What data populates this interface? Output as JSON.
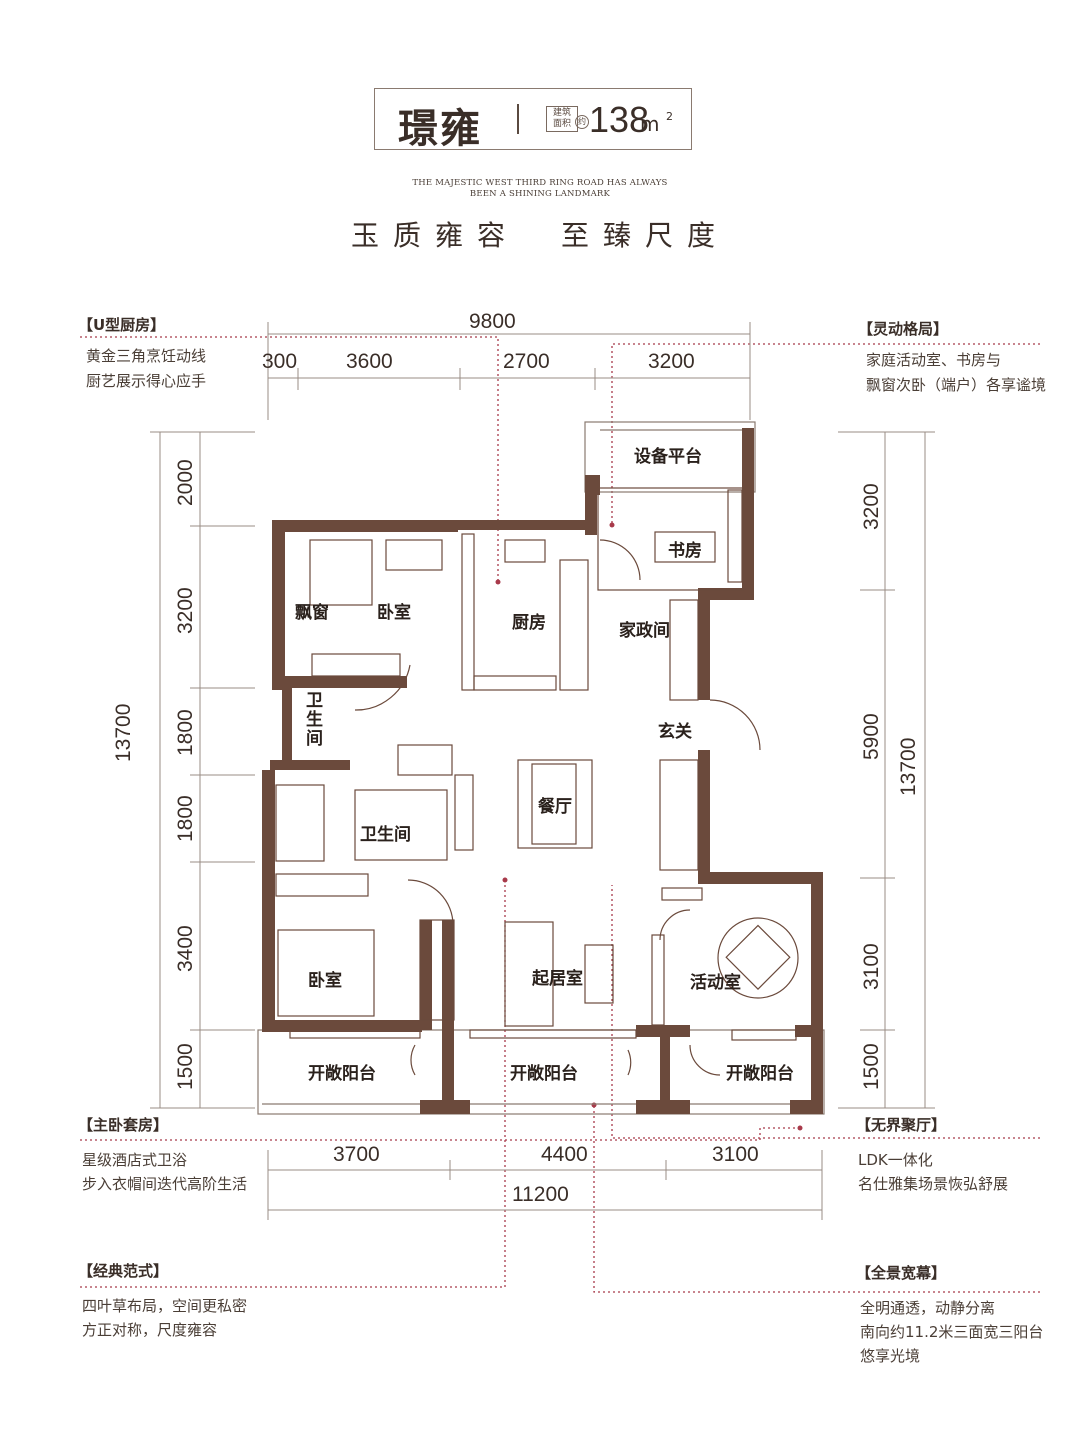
{
  "header": {
    "name": "璟雍",
    "area_label_line1": "建筑",
    "area_label_line2": "面积",
    "approx": "约",
    "area_value": "138",
    "area_unit": "m",
    "area_sup": "2",
    "english_line1": "THE MAJESTIC WEST THIRD RING ROAD HAS ALWAYS",
    "english_line2": "BEEN A SHINING LANDMARK",
    "slogan": "玉质雍容　至臻尺度"
  },
  "notes": {
    "u_kitchen": {
      "title": "【U型厨房】",
      "lines": [
        "黄金三角烹饪动线",
        "厨艺展示得心应手"
      ]
    },
    "flexible": {
      "title": "【灵动格局】",
      "lines": [
        "家庭活动室、书房与",
        "飘窗次卧（端户）各享谧境"
      ]
    },
    "master_suite": {
      "title": "【主卧套房】",
      "lines": [
        "星级酒店式卫浴",
        "步入衣帽间迭代高阶生活"
      ]
    },
    "living_hall": {
      "title": "【无界聚厅】",
      "lines": [
        "LDK一体化",
        "名仕雅集场景恢弘舒展"
      ]
    },
    "classic": {
      "title": "【经典范式】",
      "lines": [
        "四叶草布局，空间更私密",
        "方正对称，尺度雍容"
      ]
    },
    "panorama": {
      "title": "【全景宽幕】",
      "lines": [
        "全明通透，动静分离",
        "南向约11.2米三面宽三阳台",
        "悠享光境"
      ]
    }
  },
  "dimensions": {
    "top_total": "9800",
    "top_segments": [
      "300",
      "3600",
      "2700",
      "3200"
    ],
    "bottom_segments": [
      "3700",
      "4400",
      "3100"
    ],
    "bottom_total": "11200",
    "left_total": "13700",
    "left_segments": [
      "2000",
      "3200",
      "1800",
      "1800",
      "3400",
      "1500"
    ],
    "right_total": "13700",
    "right_segments": [
      "3200",
      "5900",
      "3100",
      "1500"
    ]
  },
  "rooms": {
    "equipment_platform": "设备平台",
    "study": "书房",
    "bay_window": "飘窗",
    "bedroom_north": "卧室",
    "kitchen": "厨房",
    "housekeeping": "家政间",
    "foyer": "玄关",
    "bath_small": "卫生间",
    "dining": "餐厅",
    "bath_master": "卫生间",
    "bedroom_master": "卧室",
    "living": "起居室",
    "activity": "活动室",
    "balcony_1": "开敞阳台",
    "balcony_2": "开敞阳台",
    "balcony_3": "开敞阳台"
  },
  "colors": {
    "wall": "#6b4a3c",
    "text": "#3a2e28",
    "accent_dotted": "#a83a4a",
    "thin_line": "#9a8c84"
  }
}
